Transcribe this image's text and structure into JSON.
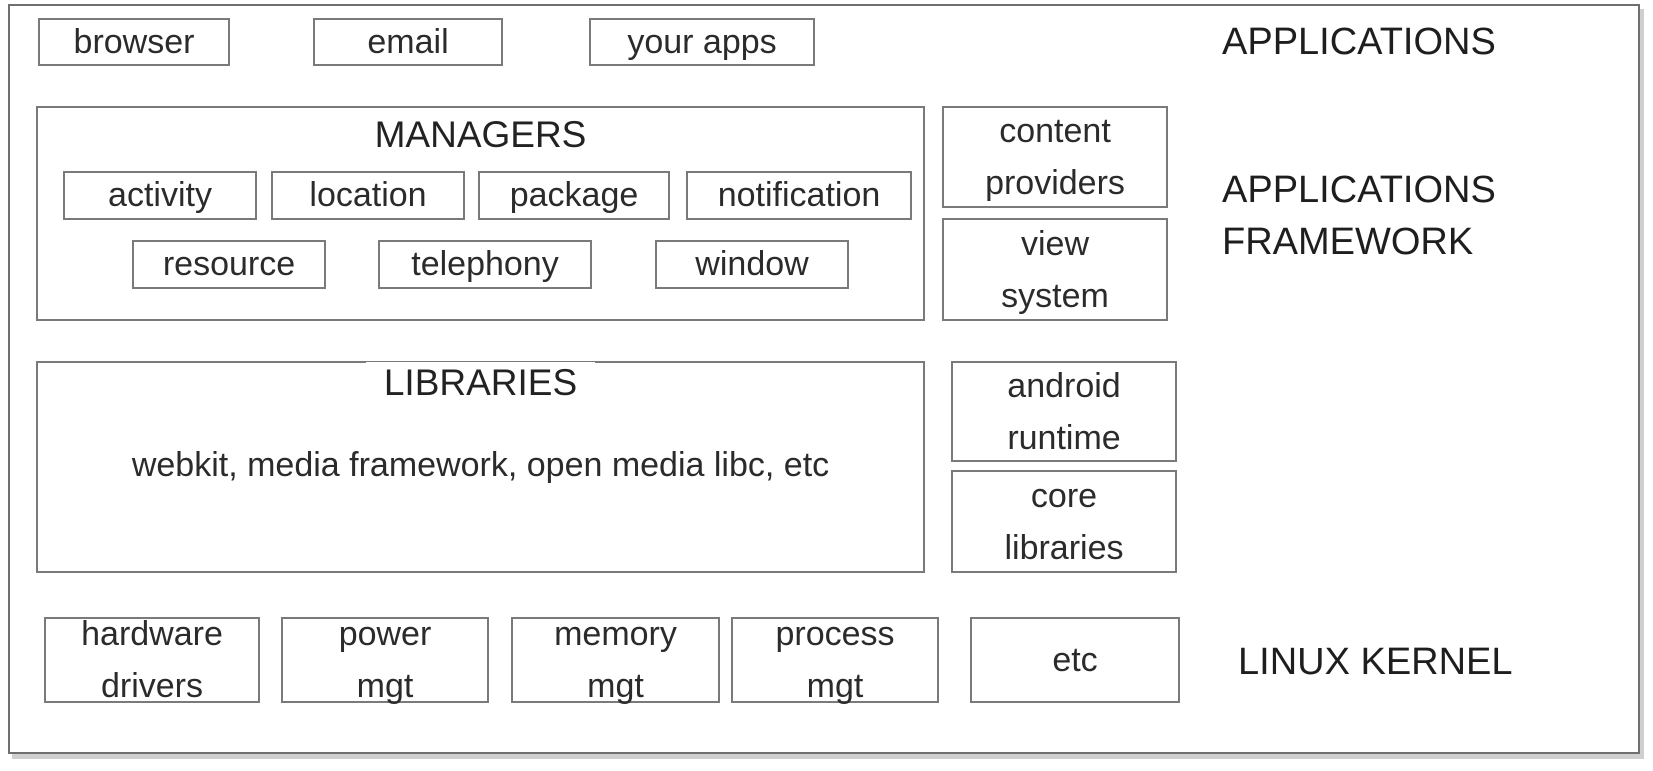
{
  "layers": {
    "applications": {
      "label": "APPLICATIONS"
    },
    "framework": {
      "label_line1": "APPLICATIONS",
      "label_line2": "FRAMEWORK"
    },
    "kernel": {
      "label": "LINUX KERNEL"
    }
  },
  "apps": {
    "browser": "browser",
    "email": "email",
    "your_apps": "your apps"
  },
  "managers": {
    "title": "MANAGERS",
    "items": [
      "activity",
      "location",
      "package",
      "notification",
      "resource",
      "telephony",
      "window"
    ]
  },
  "framework_side": {
    "content_providers": [
      "content",
      "providers"
    ],
    "view_system": [
      "view",
      "system"
    ]
  },
  "libraries": {
    "title": "LIBRARIES",
    "description": "webkit, media framework, open media libc, etc"
  },
  "runtime_side": {
    "android_runtime": [
      "android",
      "runtime"
    ],
    "core_libraries": [
      "core",
      "libraries"
    ]
  },
  "kernel_items": {
    "hardware_drivers": [
      "hardware",
      "drivers"
    ],
    "power_mgt": [
      "power",
      "mgt"
    ],
    "memory_mgt": [
      "memory",
      "mgt"
    ],
    "process_mgt": [
      "process",
      "mgt"
    ],
    "etc": "etc"
  }
}
